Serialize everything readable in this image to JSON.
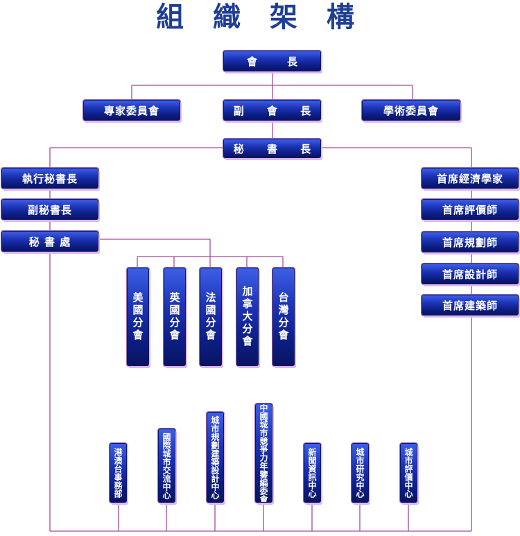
{
  "title": "組 織 架 構",
  "top": {
    "president": "會　長",
    "vice_president": "副 會 長",
    "expert_committee": "專家委員會",
    "academic_committee": "學術委員會",
    "secretary_general": "秘 書 長"
  },
  "left_column": [
    "執行秘書長",
    "副秘書長",
    "秘 書 處"
  ],
  "right_column": [
    "首席經濟學家",
    "首席評價師",
    "首席規劃師",
    "首席設計師",
    "首席建築師"
  ],
  "branches": [
    "美國分會",
    "英國分會",
    "法國分會",
    "加拿大分會",
    "台灣分會"
  ],
  "departments": [
    "港澳台事務部",
    "國際城市交流中心",
    "城市規劃建築設計中心",
    "中國城市競爭力年鑒編委會",
    "新聞資訊中心",
    "城市研究中心",
    "城市評價中心"
  ],
  "colors": {
    "box_dark": "#0d1f88",
    "box_light": "#3c5fe6",
    "line": "#a04a98",
    "title": "#1f3f95"
  }
}
